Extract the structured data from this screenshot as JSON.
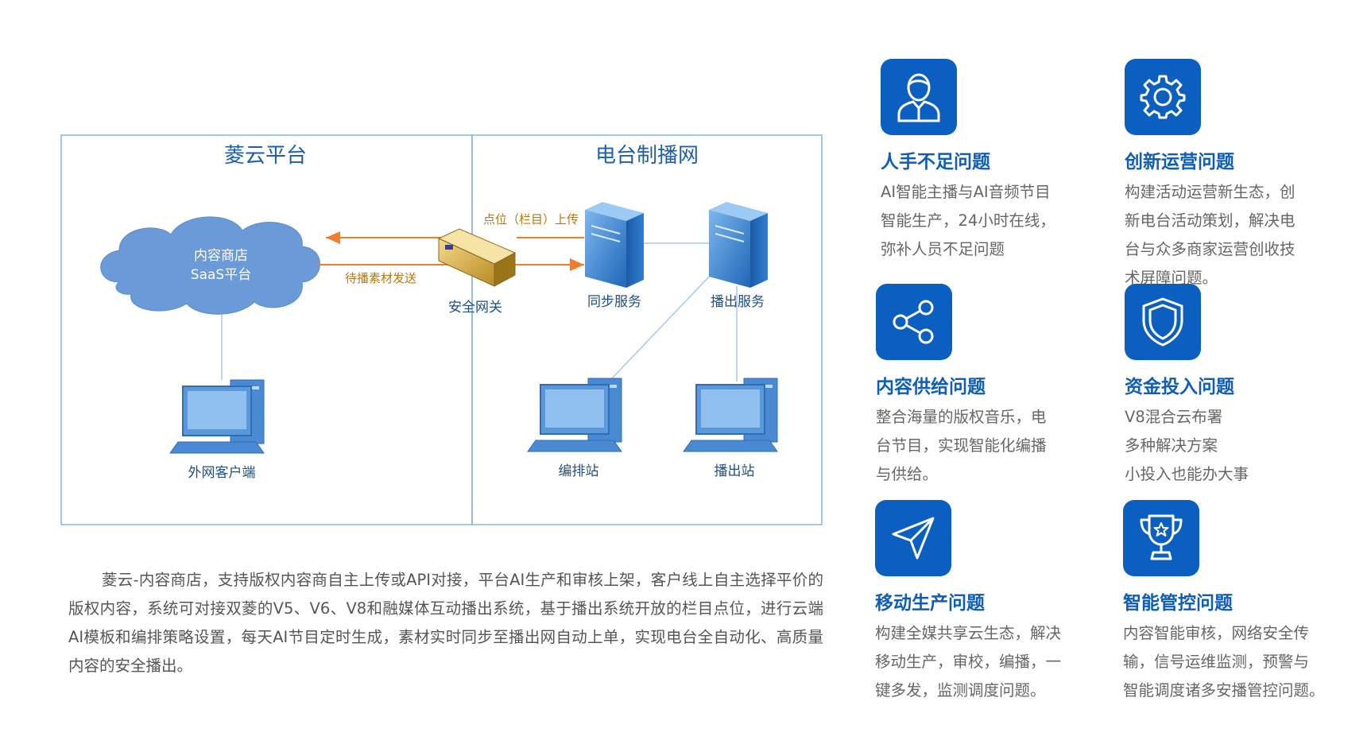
{
  "diagram": {
    "left_panel_title": "菱云平台",
    "right_panel_title": "电台制播网",
    "cloud_line1": "内容商店",
    "cloud_line2": "SaaS平台",
    "arrow_upload_label": "点位（栏目）上传",
    "arrow_send_label": "待播素材发送",
    "gateway_label": "安全网关",
    "sync_server_label": "同步服务",
    "playout_server_label": "播出服务",
    "external_client_label": "外网客户端",
    "scheduling_station_label": "编排站",
    "playout_station_label": "播出站"
  },
  "description": "菱云-内容商店，支持版权内容商自主上传或API对接，平台AI生产和审核上架，客户线上自主选择平价的版权内容，系统可对接双菱的V5、V6、V8和融媒体互动播出系统，基于播出系统开放的栏目点位，进行云端AI模板和编排策略设置，每天AI节目定时生成，素材实时同步至播出网自动上单，实现电台全自动化、高质量内容的安全播出。",
  "cards": [
    {
      "icon": "person-icon",
      "title": "人手不足问题",
      "body": "AI智能主播与AI音频节目\n智能生产，24小时在线，\n弥补人员不足问题"
    },
    {
      "icon": "gear-icon",
      "title": "创新运营问题",
      "body": "构建活动运营新生态，创\n新电台活动策划，解决电\n台与众多商家运营创收技\n术屏障问题。"
    },
    {
      "icon": "share-icon",
      "title": "内容供给问题",
      "body": "整合海量的版权音乐，电\n台节目，实现智能化编播\n与供给。"
    },
    {
      "icon": "shield-icon",
      "title": "资金投入问题",
      "body": "V8混合云布署\n多种解决方案\n小投入也能办大事"
    },
    {
      "icon": "send-icon",
      "title": "移动生产问题",
      "body": "构建全媒共享云生态，解决\n移动生产，审校，编播，一\n键多发，监测调度问题。"
    },
    {
      "icon": "trophy-icon",
      "title": "智能管控问题",
      "body": "内容智能审核，网络安全传\n输，信号运维监测，预警与\n智能调度诸多安播管控问题。"
    }
  ],
  "colors": {
    "accent": "#0a5fc0",
    "title_blue": "#0d5db9",
    "arrow_orange": "#f07e2c",
    "panel_border": "#8ab4d8",
    "cloud_blue": "#6a9ad8"
  }
}
